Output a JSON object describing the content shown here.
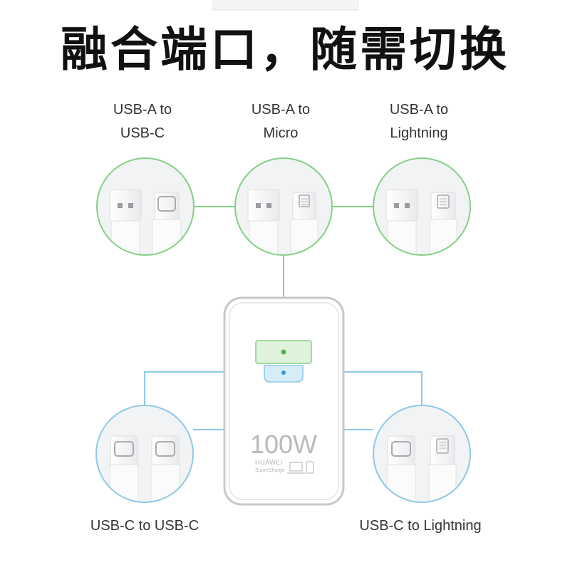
{
  "headline": "融合端口，随需切换",
  "charger": {
    "wattage": "100W",
    "brand": "HUAWEI",
    "sub_brand": "SuperCharge"
  },
  "cables": [
    {
      "id": "a-to-c",
      "label": "USB-A to\nUSB-C",
      "port_group": "usb-a",
      "plug_right": "usb-c"
    },
    {
      "id": "a-to-micro",
      "label": "USB-A to\nMicro",
      "port_group": "usb-a",
      "plug_right": "micro"
    },
    {
      "id": "a-to-lightning",
      "label": "USB-A to\nLightning",
      "port_group": "usb-a",
      "plug_right": "lightning"
    },
    {
      "id": "c-to-c",
      "label": "USB-C to USB-C",
      "port_group": "usb-c",
      "plug_right": "usb-c"
    },
    {
      "id": "c-to-lightning",
      "label": "USB-C to Lightning",
      "port_group": "usb-c",
      "plug_right": "lightning"
    }
  ],
  "colors": {
    "usb_a_accent": "#86cf86",
    "usb_c_accent": "#8ec8e8",
    "charger_outline": "#c8c8c8",
    "usb_a_port_fill": "#dff3dc",
    "usb_c_port_fill": "#d6edf8"
  }
}
